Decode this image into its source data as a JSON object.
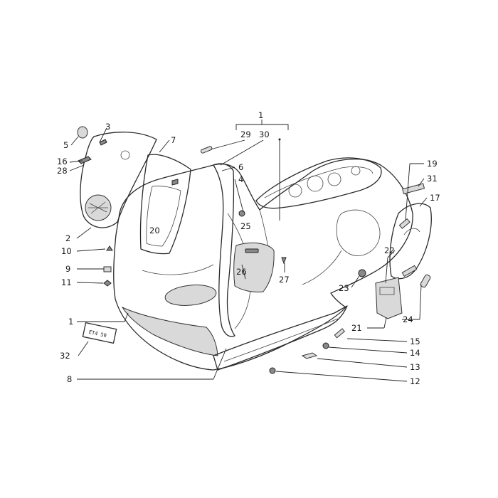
{
  "callouts": {
    "c1_top": "1",
    "c29": "29",
    "c30": "30",
    "c3": "3",
    "c5": "5",
    "c16": "16",
    "c28": "28",
    "c7": "7",
    "c6": "6",
    "c4": "4",
    "c19": "19",
    "c31": "31",
    "c17": "17",
    "c2": "2",
    "c20": "20",
    "c25": "25",
    "c10": "10",
    "c26": "26",
    "c22": "22",
    "c9": "9",
    "c27": "27",
    "c23": "23",
    "c11": "11",
    "c24": "24",
    "c1_left": "1",
    "c21": "21",
    "c15": "15",
    "c14": "14",
    "c32": "32",
    "c13": "13",
    "c8": "8",
    "c12": "12"
  },
  "plate_text": "ET4 50"
}
